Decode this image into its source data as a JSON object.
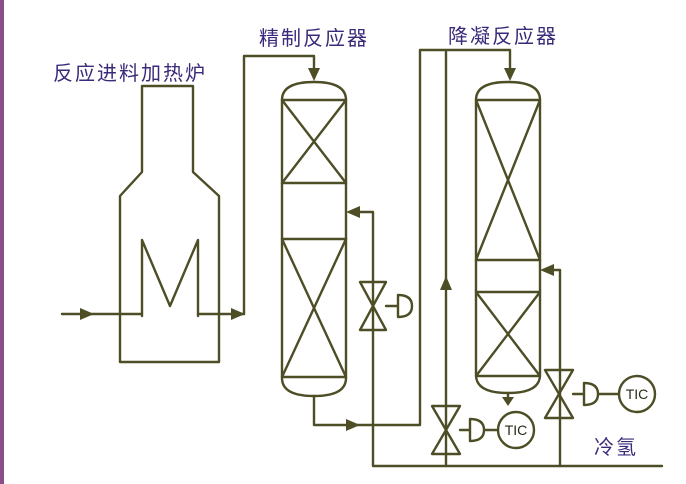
{
  "labels": {
    "heater": "反应进料加热炉",
    "refining_reactor": "精制反应器",
    "hydrocracking_reactor": "降凝反应器",
    "cold_hydrogen": "冷氢"
  },
  "instruments": {
    "tic_1": "TIC",
    "tic_2": "TIC"
  },
  "colors": {
    "line": "#4d4d26",
    "text": "#3b2a7a",
    "left_border": "#8a4f8a"
  }
}
